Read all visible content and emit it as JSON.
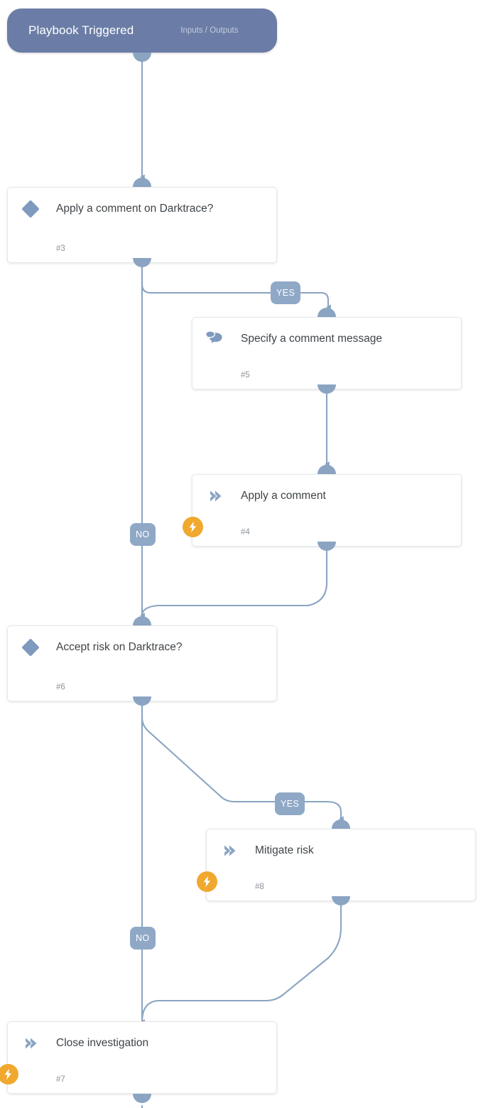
{
  "diagram": {
    "kind": "playbook-flowchart",
    "colors": {
      "trigger_bg": "#6b7da6",
      "connector": "#8aa4c2",
      "port": "#8aa4c2",
      "branch_badge": "#8fa8c6",
      "condition_icon": "#7e9abe",
      "action_icon": "#8aa4c2",
      "bolt_badge": "#f0a82e",
      "card_bg": "#ffffff",
      "card_border": "#e6e8ea",
      "title_text": "#3f4448",
      "id_text": "#8d9399",
      "canvas_bg": "#ffffff"
    },
    "trigger": {
      "title": "Playbook Triggered",
      "io_label": "Inputs / Outputs"
    },
    "nodes": [
      {
        "key": "apply_comment_condition",
        "title": "Apply a comment on Darktrace?",
        "id": "#3",
        "icon": "diamond-icon",
        "type": "condition",
        "has_bolt": false
      },
      {
        "key": "specify_comment_message",
        "title": "Specify a comment message",
        "id": "#5",
        "icon": "speech-bubbles-icon",
        "type": "data",
        "has_bolt": false
      },
      {
        "key": "apply_comment_action",
        "title": "Apply a comment",
        "id": "#4",
        "icon": "chevron-right-icon",
        "type": "action",
        "has_bolt": true
      },
      {
        "key": "accept_risk_condition",
        "title": "Accept risk on Darktrace?",
        "id": "#6",
        "icon": "diamond-icon",
        "type": "condition",
        "has_bolt": false
      },
      {
        "key": "mitigate_risk_action",
        "title": "Mitigate risk",
        "id": "#8",
        "icon": "chevron-right-icon",
        "type": "action",
        "has_bolt": true
      },
      {
        "key": "close_investigation_action",
        "title": "Close investigation",
        "id": "#7",
        "icon": "chevron-right-icon",
        "type": "action",
        "has_bolt": true
      }
    ],
    "branch_labels": {
      "yes_1": "YES",
      "no_1": "NO",
      "yes_2": "YES",
      "no_2": "NO"
    },
    "bolt_glyph": "⚡"
  }
}
